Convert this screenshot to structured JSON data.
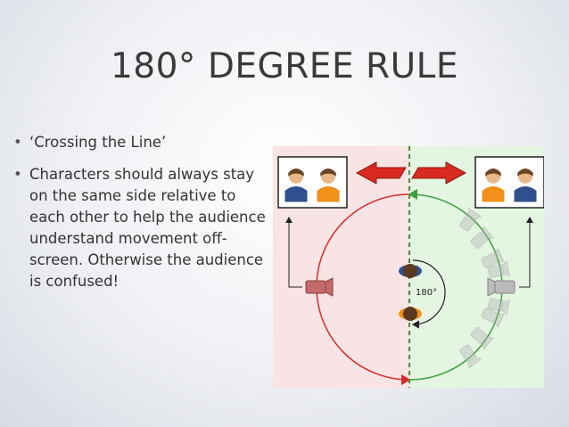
{
  "slide": {
    "title": "180° DEGREE RULE",
    "bullets": [
      "‘Crossing the Line’",
      "Characters should always stay on the same side relative to each other to help the audience understand movement off-screen. Otherwise the audience is confused!"
    ]
  },
  "diagram": {
    "angle_label": "180°",
    "colors": {
      "left_zone": "#f8e4e4",
      "right_zone": "#e4f5e2",
      "left_arc": "#d82a2a",
      "right_arc": "#3ea03c",
      "divider": "#4d8a3c",
      "camera_left": "#c46a6a",
      "camera_right": "#bbbbbb",
      "char_blue": "#2f4f8f",
      "char_orange": "#f2901a",
      "arrow": "#d92a20"
    }
  }
}
